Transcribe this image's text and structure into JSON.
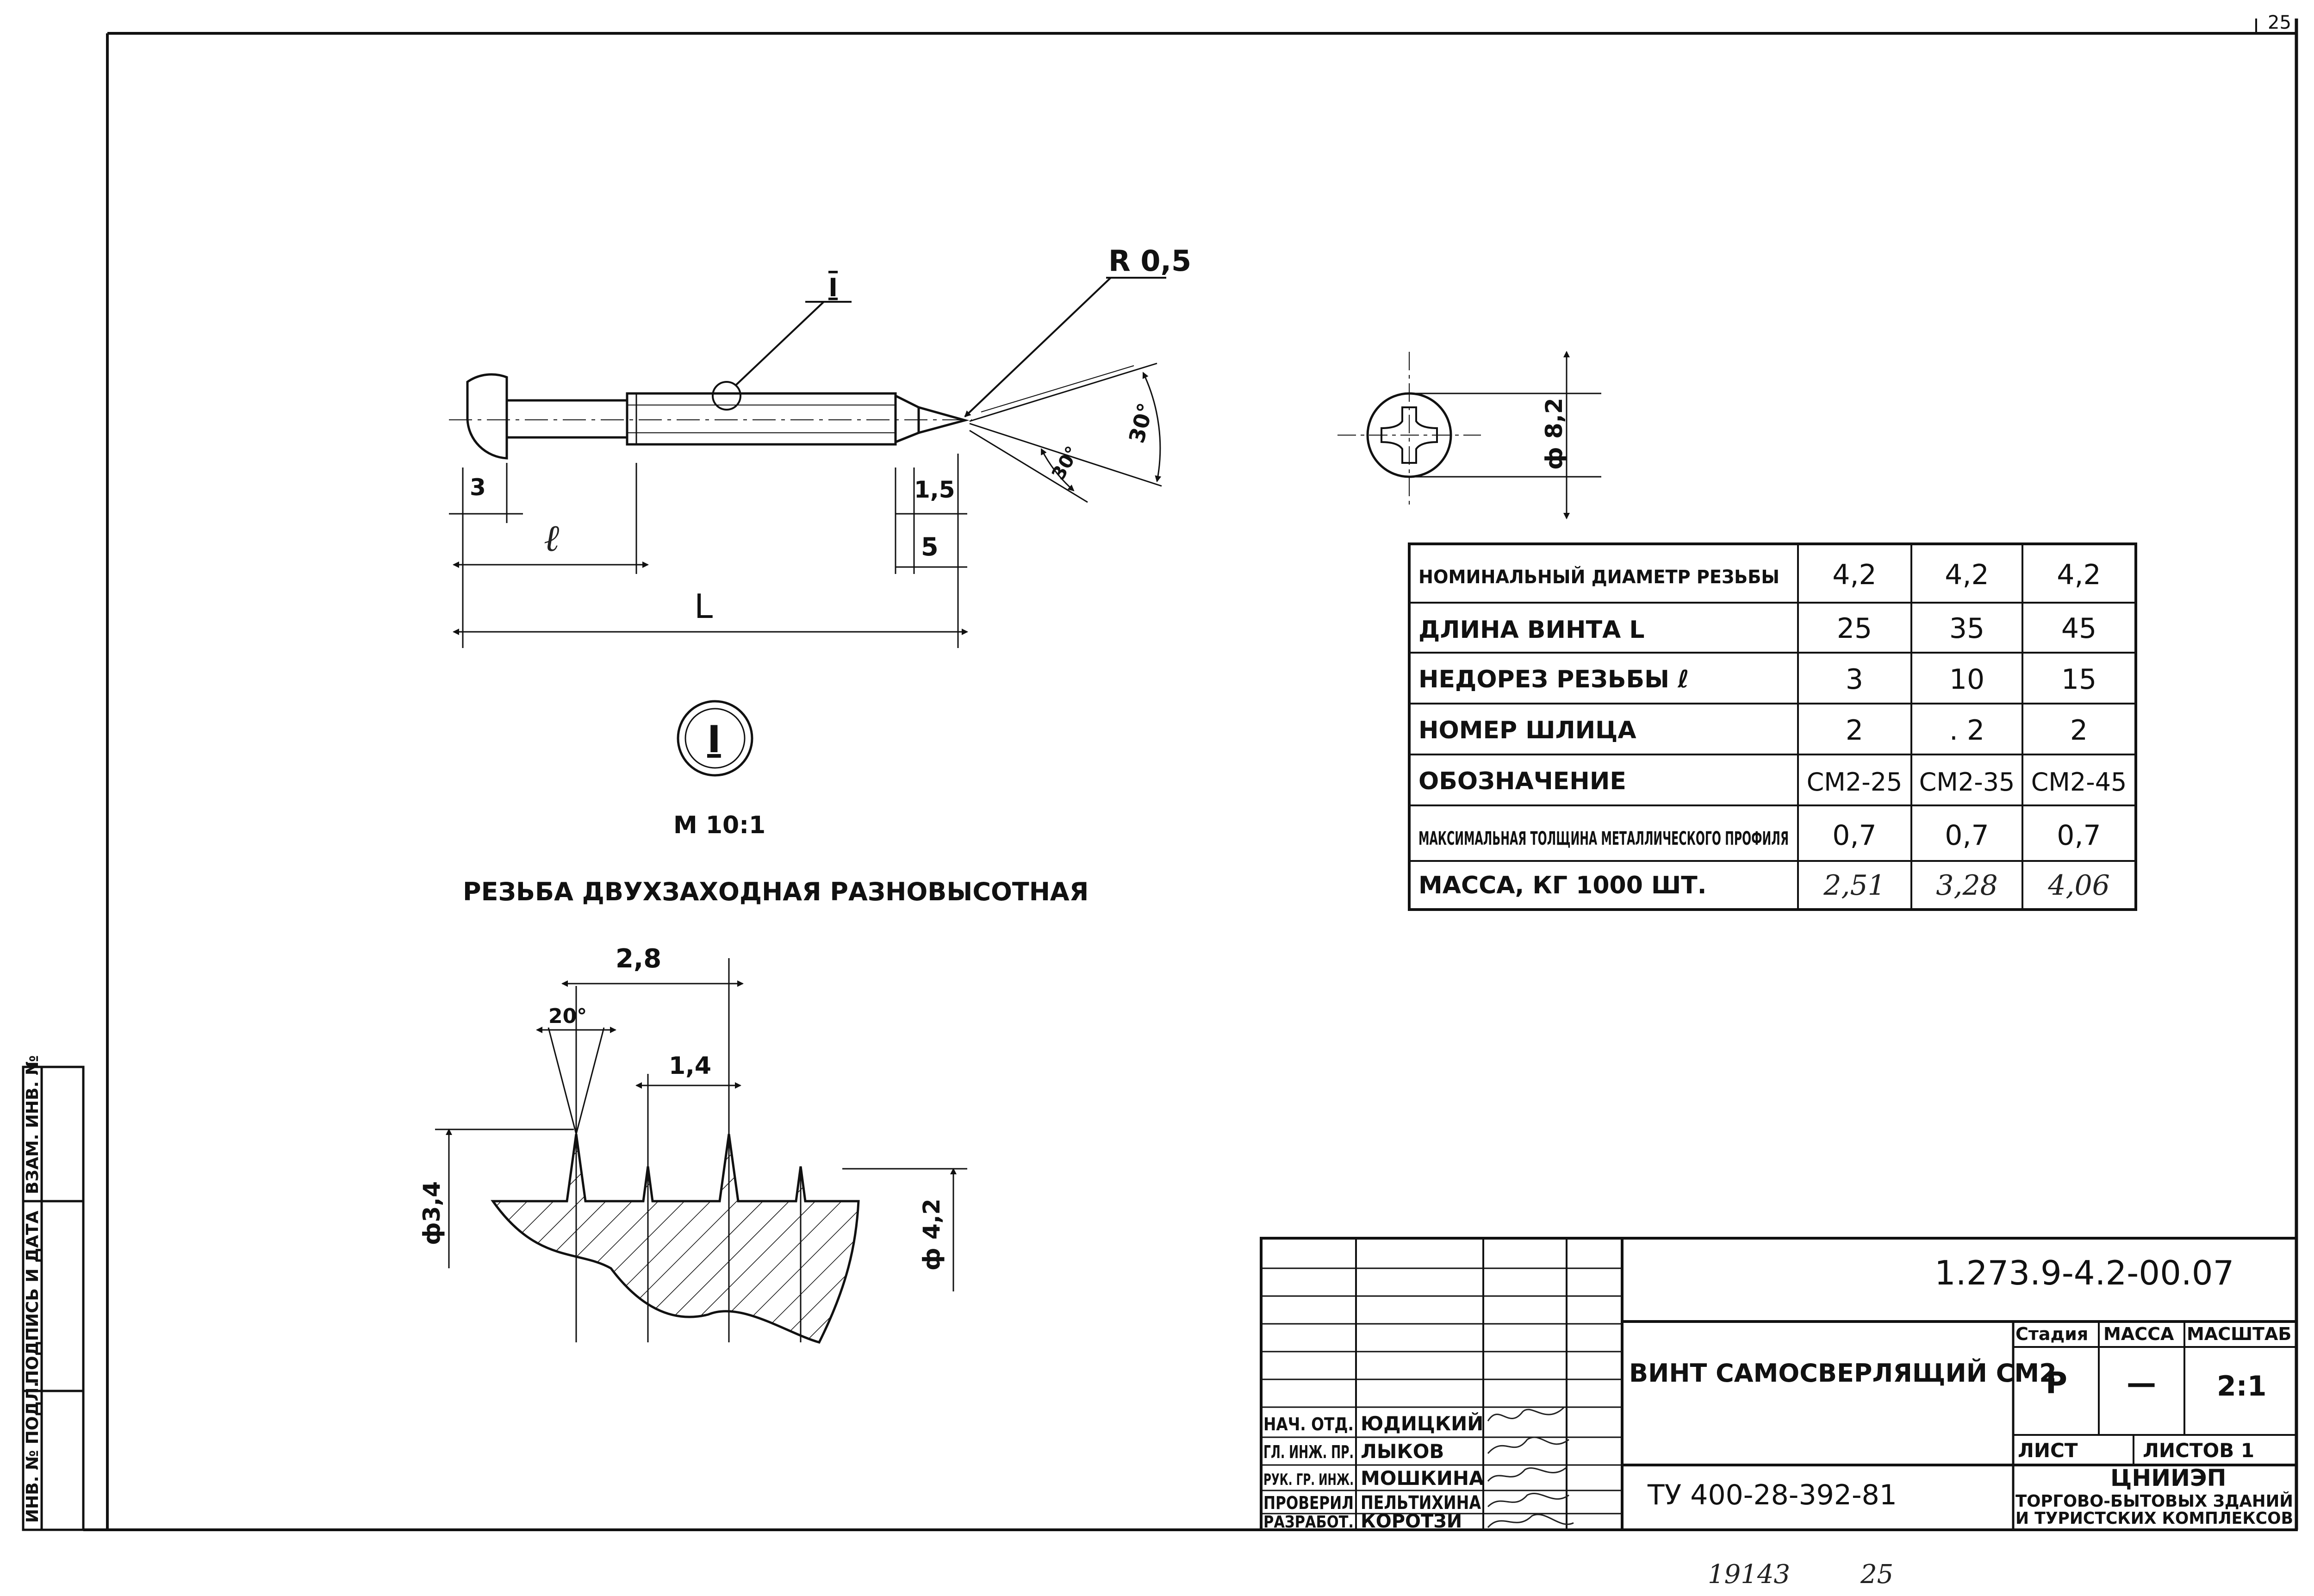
{
  "sheet": {
    "corner_number": "25",
    "bottom_note_1": "19143",
    "bottom_note_2": "25"
  },
  "drawing": {
    "radius_label": "R 0,5",
    "detail_mark": "I",
    "detail_circle_label": "I",
    "dim_head": "3",
    "dim_l_small": "ℓ",
    "dim_L": "L",
    "dim_1_5": "1,5",
    "dim_5": "5",
    "angle_top": "30°",
    "angle_bottom": "30°",
    "head_diameter": "ф 8,2",
    "scale_note": "М 10:1",
    "thread_title": "РЕЗЬБА ДВУХЗАХОДНАЯ РАЗНОВЫСОТНАЯ",
    "thread_pitch": "2,8",
    "thread_half_pitch": "1,4",
    "thread_angle": "20°",
    "thread_inner_d": "ф3,4",
    "thread_outer_d": "ф 4,2"
  },
  "spec_table": {
    "rows": [
      {
        "label": "НОМИНАЛЬНЫЙ ДИАМЕТР РЕЗЬБЫ",
        "values": [
          "4,2",
          "4,2",
          "4,2"
        ]
      },
      {
        "label": "ДЛИНА ВИНТА L",
        "values": [
          "25",
          "35",
          "45"
        ]
      },
      {
        "label": "НЕДОРЕЗ РЕЗЬБЫ ℓ",
        "values": [
          "3",
          "10",
          "15"
        ]
      },
      {
        "label": "НОМЕР ШЛИЦА",
        "values": [
          "2",
          ". 2",
          "2"
        ]
      },
      {
        "label": "ОБОЗНАЧЕНИЕ",
        "values": [
          "СМ2-25",
          "СМ2-35",
          "СМ2-45"
        ]
      },
      {
        "label": "МАКСИМАЛЬНАЯ ТОЛЩИНА МЕТАЛЛИЧЕСКОГО ПРОФИЛЯ",
        "values": [
          "0,7",
          "0,7",
          "0,7"
        ]
      },
      {
        "label": "МАССА, КГ 1000 ШТ.",
        "values": [
          "2,51",
          "3,28",
          "4,06"
        ]
      }
    ]
  },
  "title_block": {
    "doc_number": "1.273.9-4.2-00.07",
    "title": "ВИНТ САМОСВЕРЛЯЩИЙ СМ2",
    "stage_header": "Стадия",
    "mass_header": "МАССА",
    "scale_header": "МАСШТАБ",
    "stage_value": "Р",
    "mass_value": "—",
    "scale_value": "2:1",
    "sheet_label": "ЛИСТ",
    "sheets_label": "ЛИСТОВ 1",
    "standard": "ТУ 400-28-392-81",
    "org_name": "ЦНИИЭП",
    "org_line_1": "ТОРГОВО-БЫТОВЫХ ЗДАНИЙ",
    "org_line_2": "И ТУРИСТСКИХ КОМПЛЕКСОВ",
    "roles": [
      "НАЧ. ОТД.",
      "ГЛ. ИНЖ. ПР.",
      "РУК. ГР. ИНЖ.",
      "ПРОВЕРИЛ",
      "РАЗРАБОТ."
    ],
    "names": [
      "ЮДИЦКИЙ",
      "ЛЫКОВ",
      "МОШКИНА",
      "ПЕЛЬТИХИНА",
      "КОРОТЗИ"
    ]
  },
  "side_stamp": {
    "cells": [
      "ИНВ. № ПОДЛ.",
      "ПОДПИСЬ И ДАТА",
      "ВЗАМ. ИНВ. №"
    ]
  }
}
